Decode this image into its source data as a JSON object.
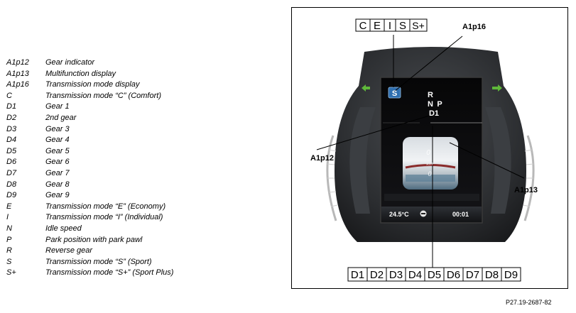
{
  "legend": [
    {
      "code": "A1p12",
      "desc": "Gear indicator"
    },
    {
      "code": "A1p13",
      "desc": "Multifunction display"
    },
    {
      "code": "A1p16",
      "desc": "Transmission mode display"
    },
    {
      "code": "C",
      "desc": "Transmission mode “C” (Comfort)"
    },
    {
      "code": "D1",
      "desc": "Gear 1"
    },
    {
      "code": "D2",
      "desc": "2nd gear"
    },
    {
      "code": "D3",
      "desc": "Gear 3"
    },
    {
      "code": "D4",
      "desc": "Gear 4"
    },
    {
      "code": "D5",
      "desc": "Gear 5"
    },
    {
      "code": "D6",
      "desc": "Gear 6"
    },
    {
      "code": "D7",
      "desc": "Gear 7"
    },
    {
      "code": "D8",
      "desc": "Gear 8"
    },
    {
      "code": "D9",
      "desc": "Gear 9"
    },
    {
      "code": "E",
      "desc": "Transmission mode “E” (Economy)"
    },
    {
      "code": "I",
      "desc": "Transmission mode “I” (Individual)"
    },
    {
      "code": "N",
      "desc": "Idle speed"
    },
    {
      "code": "P",
      "desc": "Park position with park pawl"
    },
    {
      "code": "R",
      "desc": "Reverse gear"
    },
    {
      "code": "S",
      "desc": "Transmission mode “S” (Sport)"
    },
    {
      "code": "S+",
      "desc": "Transmission mode “S+” (Sport Plus)"
    }
  ],
  "mode_boxes": [
    "C",
    "E",
    "I",
    "S",
    "S+"
  ],
  "gear_boxes": [
    "D1",
    "D2",
    "D3",
    "D4",
    "D5",
    "D6",
    "D7",
    "D8",
    "D9"
  ],
  "callouts": {
    "a1p16": "A1p16",
    "a1p12": "A1p12",
    "a1p13": "A1p13"
  },
  "display": {
    "mode_indicator": "S",
    "gear_r": "R",
    "gear_n": "N",
    "gear_p": "P",
    "gear_current": "D1",
    "temperature": "24.5°C",
    "clock": "00:01",
    "speed_digit": "0",
    "speed_unit": "km",
    "lower_digit": "0"
  },
  "figure_ref": "P27.19-2687-82",
  "colors": {
    "dash_dark": "#2a2c2e",
    "screen_bg": "#0c0c0e",
    "mode_badge": "#2f6fb0",
    "green_arrow": "#5fb83a"
  }
}
